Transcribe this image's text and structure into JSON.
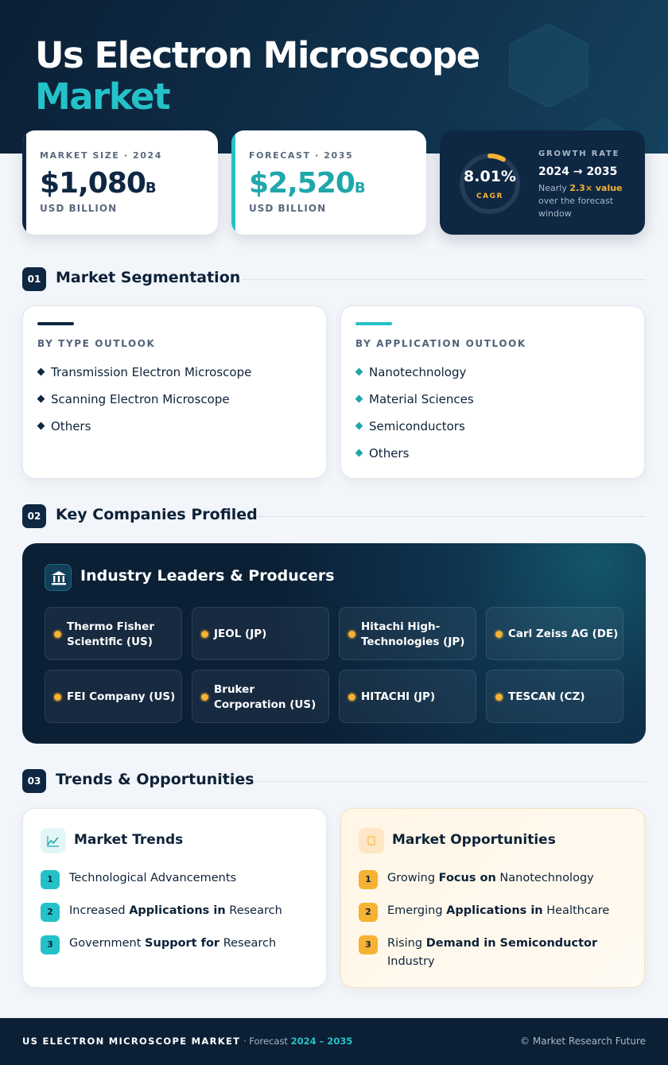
{
  "header": {
    "title_line1": "Us Electron Microscope",
    "title_line2": "Market"
  },
  "stats": {
    "market_size": {
      "label": "MARKET SIZE · 2024",
      "value": "$1,080",
      "suffix": "B",
      "unit": "USD BILLION",
      "accent": "#0e2743"
    },
    "forecast": {
      "label": "FORECAST · 2035",
      "value": "$2,520",
      "suffix": "B",
      "unit": "USD BILLION",
      "accent": "#1fa7ab"
    },
    "growth": {
      "cagr_value": "8.01%",
      "cagr_label": "CAGR",
      "cagr_fraction": 0.0801,
      "label": "GROWTH RATE",
      "years": "2024 → 2035",
      "note_prefix": "Nearly ",
      "note_highlight": "2.3× value",
      "note_suffix": " over the forecast window"
    }
  },
  "sections": {
    "s1": {
      "num": "01",
      "title": "Market Segmentation"
    },
    "s2": {
      "num": "02",
      "title": "Key Companies Profiled"
    },
    "s3": {
      "num": "03",
      "title": "Trends & Opportunities"
    }
  },
  "segmentation": {
    "type": {
      "title": "BY TYPE OUTLOOK",
      "items": [
        "Transmission Electron Microscope",
        "Scanning Electron Microscope",
        "Others"
      ]
    },
    "application": {
      "title": "BY APPLICATION OUTLOOK",
      "items": [
        "Nanotechnology",
        "Material Sciences",
        "Semiconductors",
        "Others"
      ]
    }
  },
  "companies": {
    "title": "Industry Leaders & Producers",
    "list": [
      "Thermo Fisher Scientific (US)",
      "JEOL (JP)",
      "Hitachi High-Technologies (JP)",
      "Carl Zeiss AG (DE)",
      "FEI Company (US)",
      "Bruker Corporation (US)",
      "HITACHI (JP)",
      "TESCAN (CZ)"
    ]
  },
  "trends": {
    "title": "Market Trends",
    "items": [
      {
        "num": "1",
        "pre": "Technological Advancements",
        "bold": "",
        "post": ""
      },
      {
        "num": "2",
        "pre": "Increased ",
        "bold": "Applications in",
        "post": " Research"
      },
      {
        "num": "3",
        "pre": "Government ",
        "bold": "Support for",
        "post": " Research"
      }
    ]
  },
  "opportunities": {
    "title": "Market Opportunities",
    "items": [
      {
        "num": "1",
        "pre": "Growing ",
        "bold": "Focus on",
        "post": " Nanotechnology"
      },
      {
        "num": "2",
        "pre": "Emerging ",
        "bold": "Applications in",
        "post": " Healthcare"
      },
      {
        "num": "3",
        "pre": "Rising ",
        "bold": "Demand in Semiconductor",
        "post": " Industry"
      }
    ]
  },
  "footer": {
    "title": "US ELECTRON MICROSCOPE MARKET",
    "sep": " · Forecast ",
    "years": "2024 – 2035",
    "copyright": "© Market Research Future"
  },
  "colors": {
    "navy": "#0e2743",
    "teal": "#24c2c8",
    "amber": "#f6b232"
  }
}
